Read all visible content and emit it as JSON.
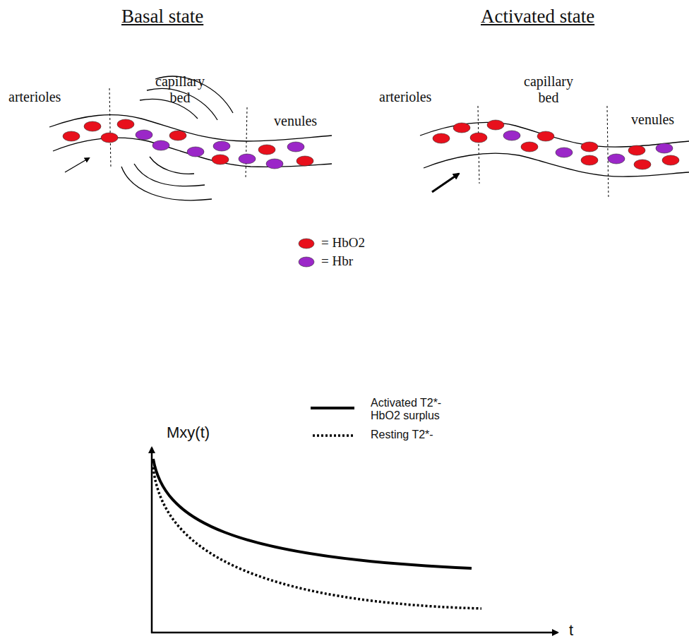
{
  "diagram": {
    "labels": [
      "Basal state",
      "Activated state",
      "arterioles",
      "capillary bed",
      "venules",
      "arterioles",
      "capillary bed",
      "venules",
      "Mxy(t)",
      "t"
    ],
    "legend": [
      {
        "text": "= HbO2",
        "color": "#e8101c"
      },
      {
        "text": "= Hbr",
        "color": "#9b27c8"
      },
      {
        "text": "Activated T2*- HbO2 surplus"
      },
      {
        "text": "Resting T2*-"
      }
    ]
  }
}
